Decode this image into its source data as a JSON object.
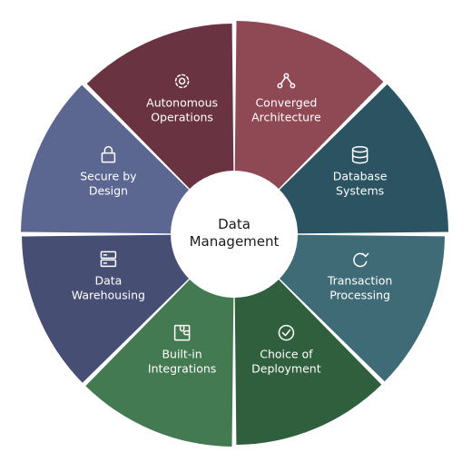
{
  "center": {
    "lines": [
      "Data",
      "Management"
    ]
  },
  "segments": [
    {
      "key": "converged-architecture",
      "lines": [
        "Converged",
        "Architecture"
      ],
      "color": "#8e4955",
      "icon": "network-nodes-icon"
    },
    {
      "key": "database-systems",
      "lines": [
        "Database",
        "Systems"
      ],
      "color": "#2b5361",
      "icon": "database-icon"
    },
    {
      "key": "transaction-processing",
      "lines": [
        "Transaction",
        "Processing"
      ],
      "color": "#3e6b76",
      "icon": "refresh-icon"
    },
    {
      "key": "choice-of-deployment",
      "lines": [
        "Choice of",
        "Deployment"
      ],
      "color": "#2f5f3d",
      "icon": "checkmark-circle-icon"
    },
    {
      "key": "built-in-integrations",
      "lines": [
        "Built-in",
        "Integrations"
      ],
      "color": "#447a52",
      "icon": "puzzle-icon"
    },
    {
      "key": "data-warehousing",
      "lines": [
        "Data",
        "Warehousing"
      ],
      "color": "#474e73",
      "icon": "server-rack-icon"
    },
    {
      "key": "secure-by-design",
      "lines": [
        "Secure by",
        "Design"
      ],
      "color": "#5b6790",
      "icon": "lock-icon"
    },
    {
      "key": "autonomous-operations",
      "lines": [
        "Autonomous",
        "Operations"
      ],
      "color": "#6a3341",
      "icon": "gear-icon"
    }
  ]
}
